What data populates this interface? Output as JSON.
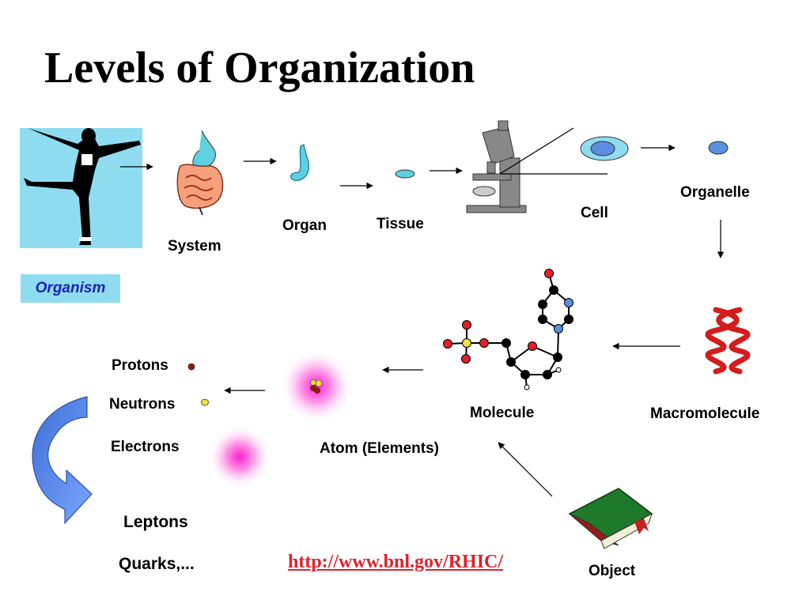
{
  "title": "Levels of Organization",
  "levels": {
    "organism": "Organism",
    "system": "System",
    "organ": "Organ",
    "tissue": "Tissue",
    "cell": "Cell",
    "organelle": "Organelle",
    "macromolecule": "Macromolecule",
    "molecule": "Molecule",
    "atom": "Atom (Elements)",
    "object": "Object"
  },
  "particles": {
    "protons": "Protons",
    "neutrons": "Neutrons",
    "electrons": "Electrons",
    "leptons": "Leptons",
    "quarks": "Quarks,..."
  },
  "link": "http://www.bnl.gov/RHIC/",
  "colors": {
    "organism_bg": "#8fdcf0",
    "organism_text": "#1a23b8",
    "link": "#e0202a",
    "cell": "#5b8fe0",
    "macromolecule": "#d41c1c",
    "book_cover": "#1e7a2a",
    "curved_arrow": "#5a8fe8"
  }
}
